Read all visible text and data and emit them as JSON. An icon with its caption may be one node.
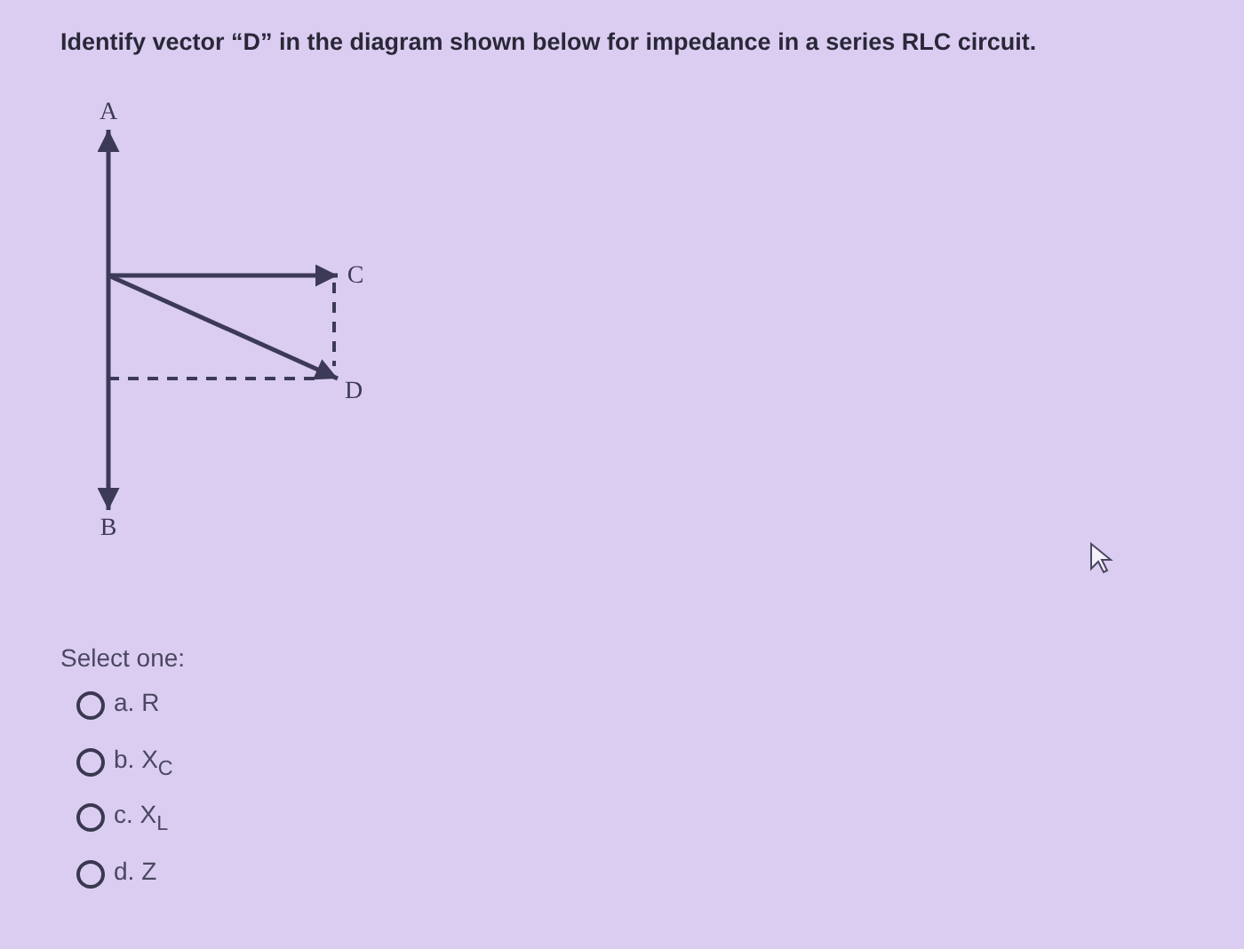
{
  "diagram": {
    "nodes": [
      {
        "text": [
          "A"
        ]
      },
      {
        "text": [
          "B"
        ]
      },
      {
        "text": [
          "C"
        ]
      },
      {
        "text": [
          "D"
        ]
      }
    ],
    "edges": [
      {
        "from": null,
        "to": 0,
        "arrow": "to"
      },
      {
        "from": null,
        "to": 1,
        "arrow": "to"
      },
      {
        "from": null,
        "to": 2,
        "arrow": "to"
      },
      {
        "from": null,
        "to": 3,
        "arrow": "to"
      }
    ],
    "labels": [
      "Identify vector “D” in the diagram shown below for impedance in a series RLC circuit.",
      "Select one:",
      "a. R",
      "b. X$_{C}$",
      "c. X$_{L}$",
      "d. Z"
    ]
  }
}
